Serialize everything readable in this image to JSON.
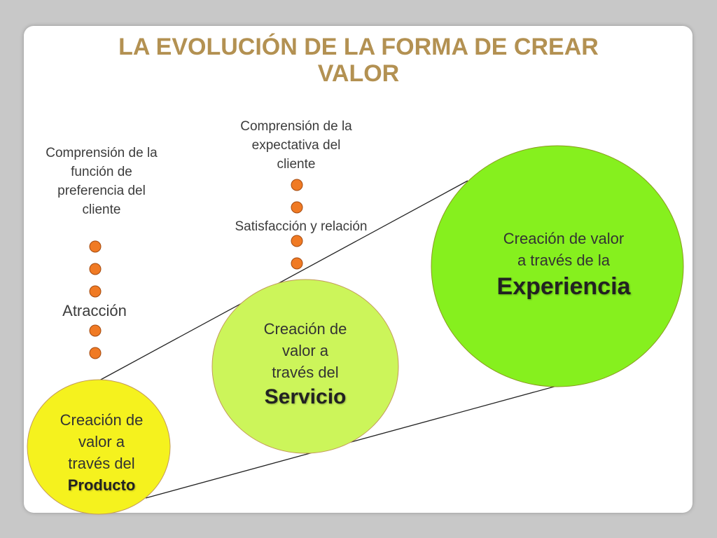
{
  "title": {
    "line1": "LA EVOLUCIÓN DE LA FORMA DE CREAR",
    "line2": "VALOR"
  },
  "labels": {
    "left_top": [
      "Comprensión de la",
      "función de",
      "preferencia del",
      "cliente"
    ],
    "left_mid": "Atracción",
    "center_top": [
      "Comprensión de la",
      "expectativa del",
      "cliente"
    ],
    "center_mid": "Satisfacción y relación"
  },
  "circles": {
    "producto": {
      "lines": [
        "Creación de",
        "valor a",
        "través del"
      ],
      "emphasis": "Producto",
      "color": "#f5f21e"
    },
    "servicio": {
      "lines": [
        "Creación de",
        "valor a",
        "través del"
      ],
      "emphasis": "Servicio",
      "color": "#ccf55a"
    },
    "experiencia": {
      "lines": [
        "Creación de valor",
        "a través de la"
      ],
      "emphasis": "Experiencia",
      "color": "#86f01e"
    }
  },
  "colors": {
    "title": "#b39152",
    "dot_fill": "#f07a24",
    "dot_stroke": "#a34a10"
  }
}
